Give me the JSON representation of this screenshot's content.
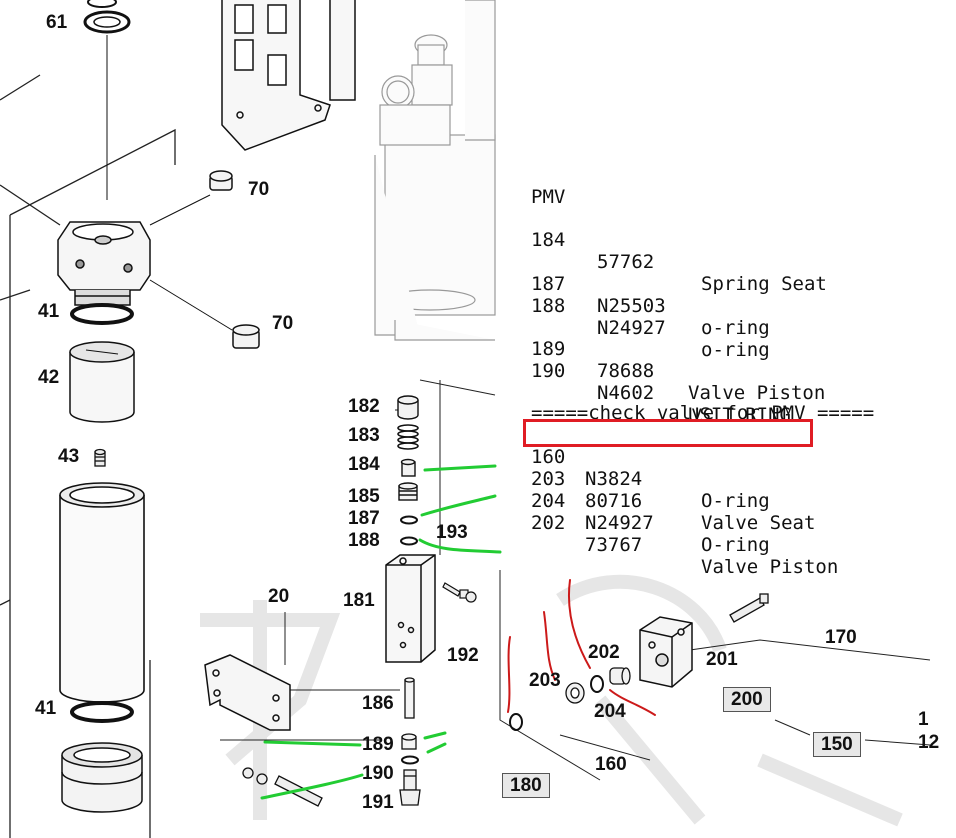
{
  "callouts": {
    "c61": "61",
    "c70a": "70",
    "c70b": "70",
    "c41a": "41",
    "c42": "42",
    "c43": "43",
    "c41b": "41",
    "c182": "182",
    "c183": "183",
    "c184": "184",
    "c185": "185",
    "c187": "187",
    "c188": "188",
    "c193": "193",
    "c181": "181",
    "c20": "20",
    "c192": "192",
    "c186": "186",
    "c189": "189",
    "c190": "190",
    "c191": "191",
    "c202": "202",
    "c203": "203",
    "c204": "204",
    "c201": "201",
    "c170": "170",
    "c160": "160",
    "c_partial1": "1",
    "c_partial2": "12"
  },
  "boxed_labels": {
    "b200": "200",
    "b150": "150",
    "b180": "180"
  },
  "parts_list": {
    "header": "PMV",
    "rows": [
      {
        "no": "184",
        "code": "57762",
        "desc": "Spring Seat"
      },
      {
        "no": "187",
        "code": "N25503",
        "desc": "o-ring"
      },
      {
        "no": "188",
        "code": "N24927",
        "desc": "o-ring"
      },
      {
        "no": "189",
        "code": "78688",
        "desc": "Valve Piston"
      },
      {
        "no": "190",
        "code": "N4602",
        "desc": "USIT RING"
      }
    ],
    "separator": "=====check valve for PMV =====",
    "check_valve_rows": [
      {
        "no": "160",
        "code": "N3824",
        "desc": "O-ring"
      },
      {
        "no": "203",
        "code": "80716",
        "desc": "Valve Seat"
      },
      {
        "no": "204",
        "code": "N24927",
        "desc": "O-ring"
      },
      {
        "no": "202",
        "code": "73767",
        "desc": "Valve Piston"
      }
    ]
  },
  "colors": {
    "highlight": "#e01c24",
    "markup_green": "#22cc33",
    "markup_red": "#cc1a1a"
  }
}
